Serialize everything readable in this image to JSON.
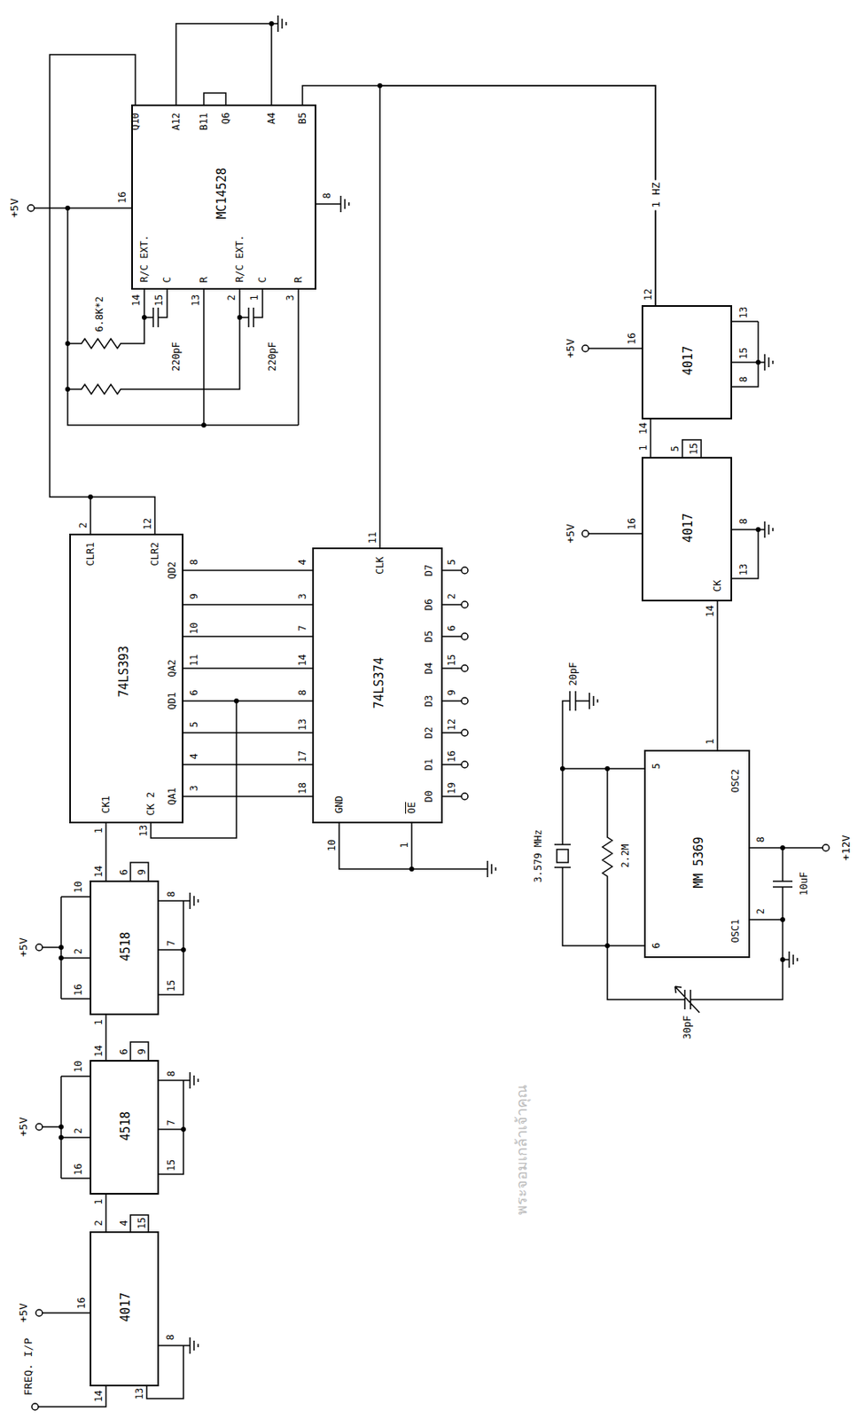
{
  "diagram": {
    "nodes": [
      {
        "text": [
          "4017"
        ]
      },
      {
        "text": [
          "4518"
        ]
      },
      {
        "text": [
          "4518"
        ]
      },
      {
        "text": [
          "74LS393"
        ]
      },
      {
        "text": [
          "74LS374"
        ]
      },
      {
        "text": [
          "MC14528"
        ]
      },
      {
        "text": [
          "MM 5369"
        ]
      },
      {
        "text": [
          "4017"
        ]
      },
      {
        "text": [
          "4017"
        ]
      }
    ],
    "edges": [
      {
        "from": 0,
        "to": 1,
        "arrow": "none"
      },
      {
        "from": 1,
        "to": 2,
        "arrow": "none"
      },
      {
        "from": 2,
        "to": 3,
        "arrow": "none"
      },
      {
        "from": 3,
        "to": 4,
        "arrow": "none"
      },
      {
        "from": 3,
        "to": 4,
        "arrow": "none"
      },
      {
        "from": 3,
        "to": 4,
        "arrow": "none"
      },
      {
        "from": 3,
        "to": 4,
        "arrow": "none"
      },
      {
        "from": 3,
        "to": 4,
        "arrow": "none"
      },
      {
        "from": 3,
        "to": 4,
        "arrow": "none"
      },
      {
        "from": 3,
        "to": 4,
        "arrow": "none"
      },
      {
        "from": 3,
        "to": 4,
        "arrow": "none"
      },
      {
        "from": 5,
        "to": 3,
        "arrow": "none"
      },
      {
        "from": 6,
        "to": 7,
        "arrow": "none"
      },
      {
        "from": 7,
        "to": 8,
        "arrow": "none"
      },
      {
        "from": 8,
        "to": 5,
        "label": "1 HZ",
        "arrow": "none"
      },
      {
        "from": 8,
        "to": 4,
        "arrow": "none"
      }
    ],
    "labels": [
      "FREQ. I/P",
      "+5V",
      "16",
      "14",
      "13",
      "8",
      "2",
      "4",
      "15",
      "+5V",
      "16",
      "2",
      "10",
      "1",
      "14",
      "6",
      "9",
      "15",
      "7",
      "8",
      "+5V",
      "16",
      "2",
      "10",
      "1",
      "14",
      "6",
      "9",
      "15",
      "7",
      "8",
      "1",
      "CK1",
      "13",
      "CK 2",
      "CLR1",
      "CLR2",
      "2",
      "12",
      "QA1",
      "QD1",
      "QA2",
      "QD2",
      "3",
      "4",
      "5",
      "6",
      "11",
      "10",
      "9",
      "8",
      "18",
      "17",
      "13",
      "8",
      "14",
      "7",
      "3",
      "4",
      "GND",
      "10",
      "OE",
      "1",
      "CLK",
      "11",
      "D0",
      "D1",
      "D2",
      "D3",
      "D4",
      "D5",
      "D6",
      "D7",
      "19",
      "16",
      "12",
      "9",
      "15",
      "6",
      "2",
      "5",
      "+5V",
      "16",
      "6.8K*2",
      "220pF",
      "220pF",
      "14",
      "15",
      "13",
      "2",
      "1",
      "3",
      "R/C EXT.",
      "C",
      "R",
      "R/C EXT.",
      "C",
      "R",
      "Q10",
      "A12",
      "B11",
      "Q6",
      "A4",
      "B5",
      "8",
      "6",
      "5",
      "OSC1",
      "OSC2",
      "1",
      "2",
      "8",
      "3.579 MHz",
      "2.2M",
      "20pF",
      "10uF",
      "30pF",
      "+12V",
      "+5V",
      "16",
      "14",
      "CK",
      "1",
      "5",
      "15",
      "13",
      "8",
      "+5V",
      "16",
      "14",
      "12",
      "8",
      "15",
      "13",
      "พระจอมเกล้าเจ้าคุณ"
    ]
  }
}
